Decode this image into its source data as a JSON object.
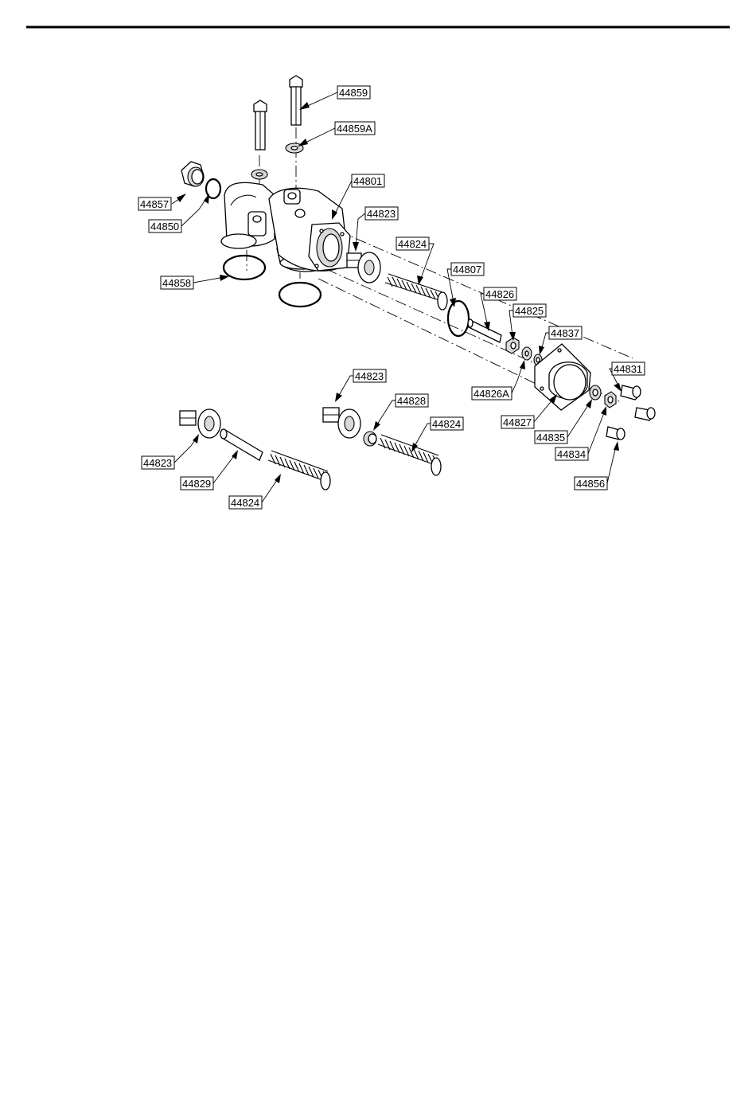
{
  "diagram": {
    "callouts": [
      {
        "id": "c-44859",
        "text": "44859"
      },
      {
        "id": "c-44859a",
        "text": "44859A"
      },
      {
        "id": "c-44801",
        "text": "44801"
      },
      {
        "id": "c-44857",
        "text": "44857"
      },
      {
        "id": "c-44850",
        "text": "44850"
      },
      {
        "id": "c-44823-a",
        "text": "44823"
      },
      {
        "id": "c-44824-a",
        "text": "44824"
      },
      {
        "id": "c-44807",
        "text": "44807"
      },
      {
        "id": "c-44858",
        "text": "44858"
      },
      {
        "id": "c-44826",
        "text": "44826"
      },
      {
        "id": "c-44825",
        "text": "44825"
      },
      {
        "id": "c-44837",
        "text": "44837"
      },
      {
        "id": "c-44831",
        "text": "44831"
      },
      {
        "id": "c-44826a",
        "text": "44826A"
      },
      {
        "id": "c-44823-b",
        "text": "44823"
      },
      {
        "id": "c-44828",
        "text": "44828"
      },
      {
        "id": "c-44824-b",
        "text": "44824"
      },
      {
        "id": "c-44827",
        "text": "44827"
      },
      {
        "id": "c-44835",
        "text": "44835"
      },
      {
        "id": "c-44834",
        "text": "44834"
      },
      {
        "id": "c-44823-c",
        "text": "44823"
      },
      {
        "id": "c-44829",
        "text": "44829"
      },
      {
        "id": "c-44856",
        "text": "44856"
      },
      {
        "id": "c-44824-c",
        "text": "44824"
      }
    ]
  }
}
